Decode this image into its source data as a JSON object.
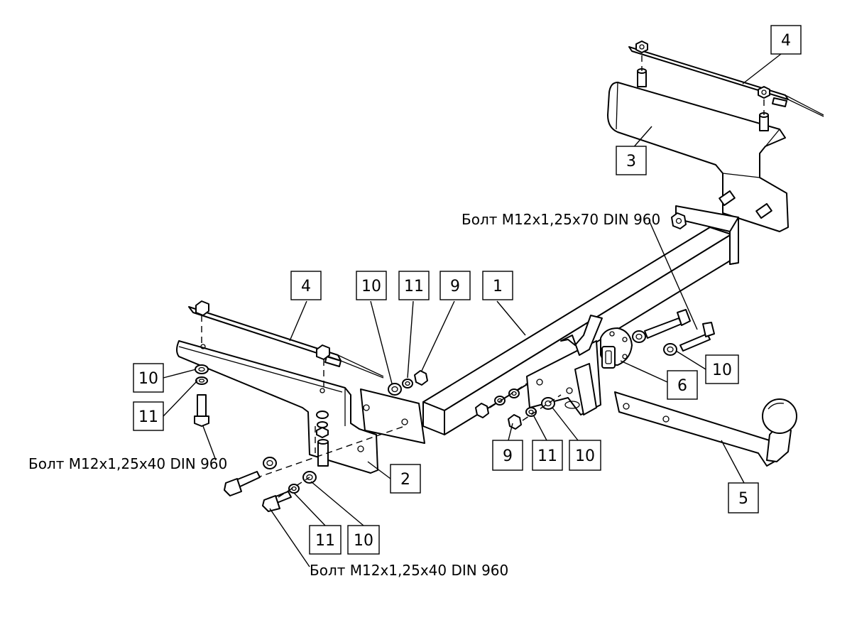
{
  "callouts": {
    "c4_top": "4",
    "c3": "3",
    "c4_left": "4",
    "c10_a": "10",
    "c11_a": "11",
    "c9_a": "9",
    "c1": "1",
    "c10_left": "10",
    "c11_left": "11",
    "c2": "2",
    "c6": "6",
    "c10_right": "10",
    "c9_b": "9",
    "c11_b": "11",
    "c10_b": "10",
    "c5": "5",
    "c11_bottom": "11",
    "c10_bottom": "10"
  },
  "bolt_labels": {
    "top_right": "Болт M12x1,25x70 DIN 960",
    "left": "Болт M12x1,25x40 DIN 960",
    "bottom": "Болт M12x1,25x40 DIN 960"
  }
}
